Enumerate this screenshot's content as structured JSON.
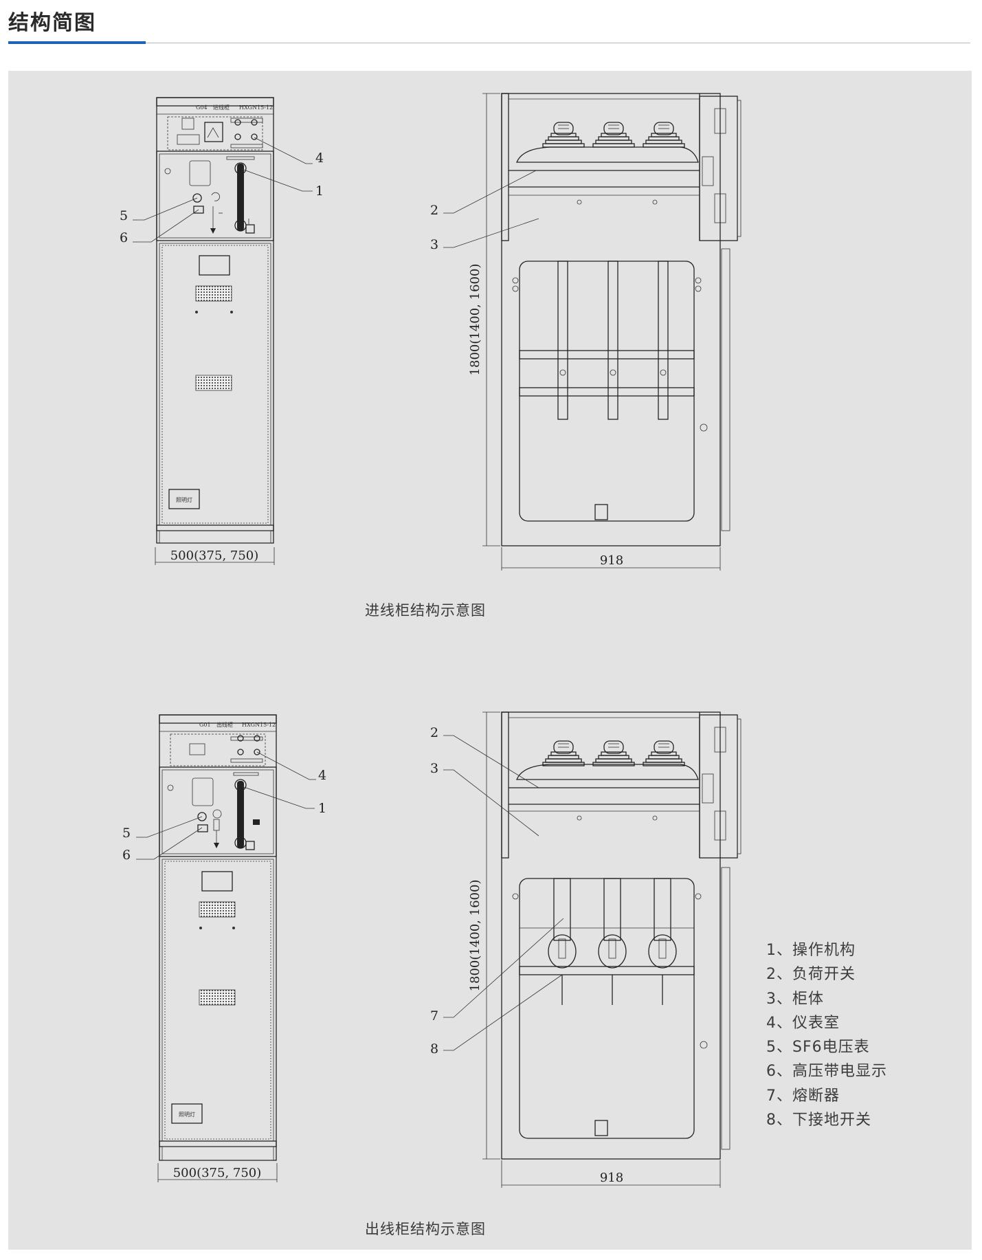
{
  "header": {
    "title": "结构简图",
    "accent_color": "#1e63b5"
  },
  "panel_background": "#e3e3e3",
  "diagrams": {
    "incoming": {
      "caption": "进线柜结构示意图",
      "nameplate": {
        "code": "G04",
        "type": "进线柜",
        "model": "HXGN15-12"
      },
      "width_dim": "500(375, 750)",
      "height_dim": "1800(1400, 1600)",
      "depth_dim": "918",
      "lamp_label": "照明灯",
      "callouts": [
        "1",
        "2",
        "3",
        "4",
        "5",
        "6"
      ]
    },
    "outgoing": {
      "caption": "出线柜结构示意图",
      "nameplate": {
        "code": "G01",
        "type": "出线柜",
        "model": "HXGN15-12"
      },
      "width_dim": "500(375, 750)",
      "height_dim": "1800(1400, 1600)",
      "depth_dim": "918",
      "lamp_label": "照明灯",
      "callouts": [
        "1",
        "2",
        "3",
        "4",
        "5",
        "6",
        "7",
        "8"
      ]
    }
  },
  "legend": [
    "1、操作机构",
    "2、负荷开关",
    "3、柜体",
    "4、仪表室",
    "5、SF6电压表",
    "6、高压带电显示",
    "7、熔断器",
    "8、下接地开关"
  ]
}
